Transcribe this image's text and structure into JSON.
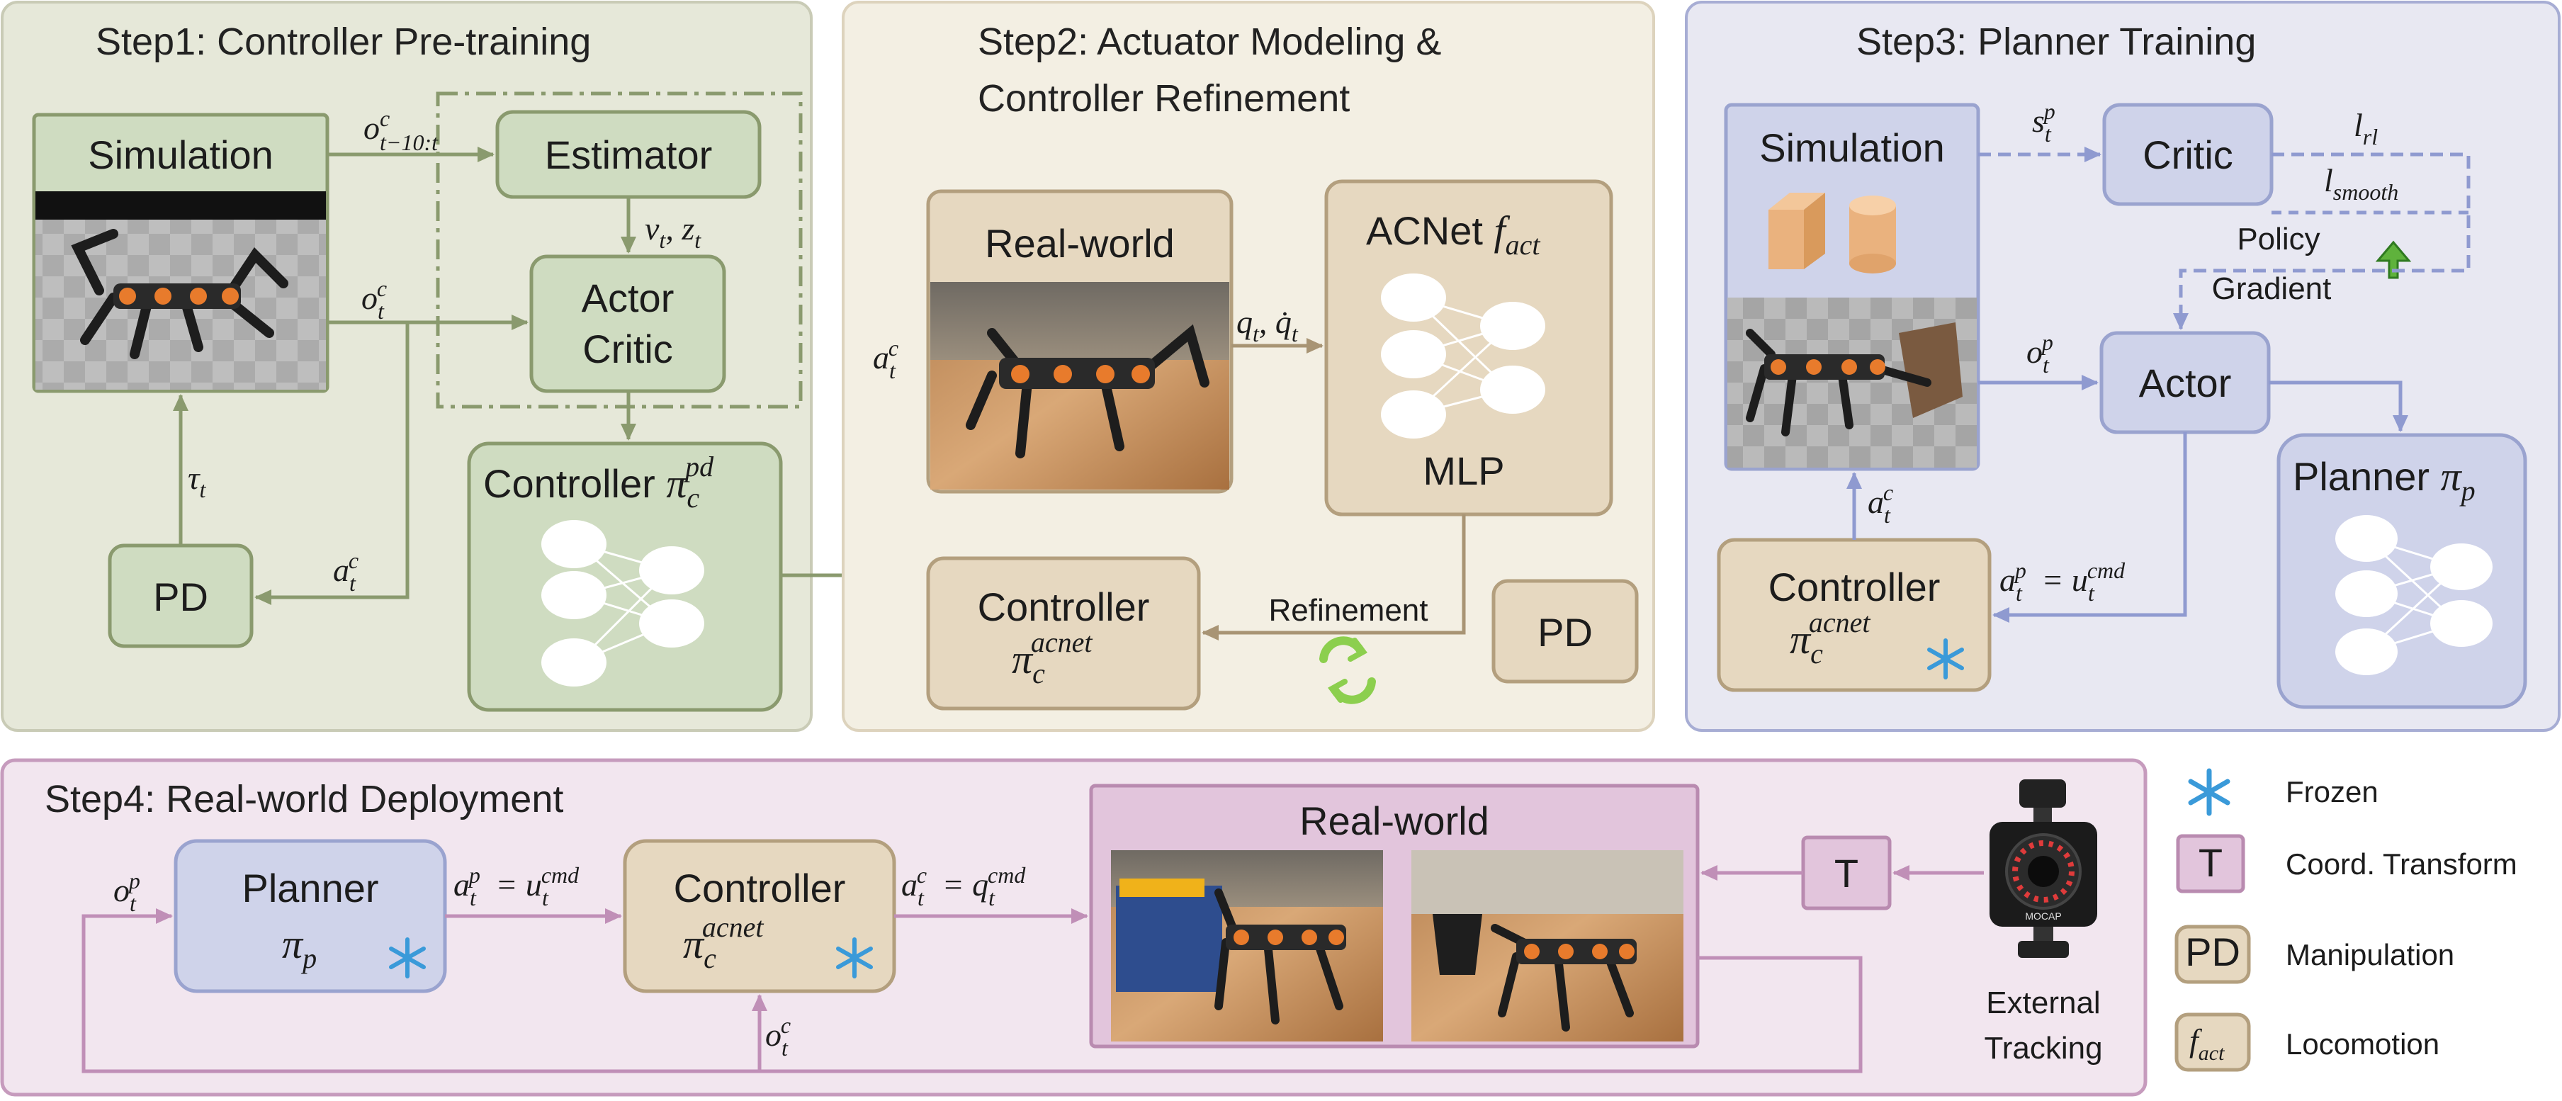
{
  "steps": {
    "step1": {
      "title": "Step1: Controller Pre-training",
      "simulation": "Simulation",
      "estimator": "Estimator",
      "actor": "Actor",
      "critic": "Critic",
      "controller": "Controller",
      "pd": "PD"
    },
    "step2": {
      "title_line1": "Step2: Actuator Modeling &",
      "title_line2": "Controller Refinement",
      "realworld": "Real-world",
      "acnet": "ACNet",
      "mlp": "MLP",
      "controller": "Controller",
      "refinement": "Refinement",
      "pd": "PD"
    },
    "step3": {
      "title": "Step3: Planner Training",
      "simulation": "Simulation",
      "critic": "Critic",
      "actor": "Actor",
      "policy": "Policy",
      "gradient": "Gradient",
      "planner": "Planner",
      "controller": "Controller"
    },
    "step4": {
      "title": "Step4: Real-world Deployment",
      "planner": "Planner",
      "controller": "Controller",
      "realworld": "Real-world",
      "t": "T",
      "external_line1": "External",
      "external_line2": "Tracking",
      "mocap": "MOCAP"
    }
  },
  "legend": {
    "frozen": "Frozen",
    "t_box": "T",
    "coord": "Coord. Transform",
    "pd_box": "PD",
    "manipulation": "Manipulation",
    "locomotion": "Locomotion"
  },
  "colors": {
    "step1_bg": "#e6e8d9",
    "step1_box": "#cfdcc1",
    "step1_line": "#8a9a6e",
    "step2_bg": "#f3efe3",
    "step2_box": "#e6d8c0",
    "step2_line": "#b39f7e",
    "step3_bg": "#e8e8f2",
    "step3_box": "#cfd3ea",
    "step3_line": "#9aa3cf",
    "step4_bg": "#f2e6ef",
    "step4_box": "#e2c5dc",
    "step4_line": "#b98bb0",
    "frozen_icon": "#3a9ad9",
    "refine_icon": "#8ccf4e"
  }
}
